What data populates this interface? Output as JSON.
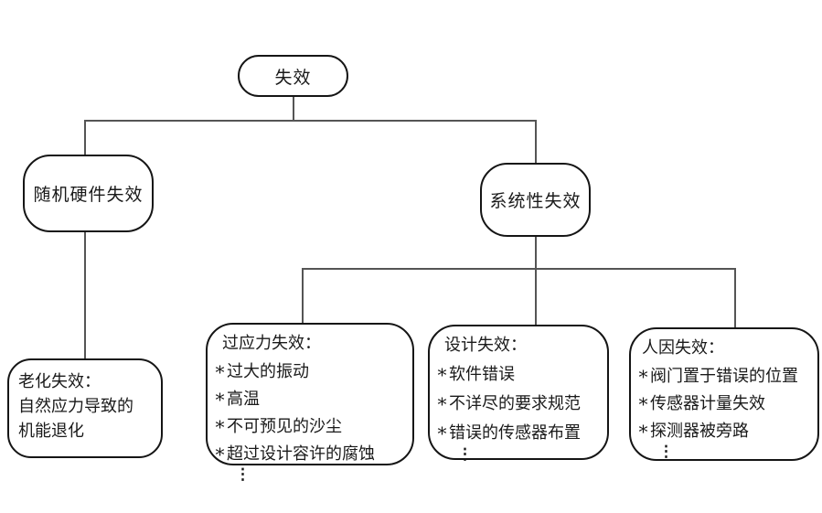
{
  "diagram": {
    "bullet": "*",
    "root": {
      "label": "失效"
    },
    "random_hardware": {
      "label": "随机硬件失效"
    },
    "systematic": {
      "label": "系统性失效"
    },
    "aging": {
      "title": "老化失效：",
      "line1": "自然应力导致的",
      "line2": "机能退化"
    },
    "overstress": {
      "title": "过应力失效：",
      "items": [
        "过大的振动",
        "高温",
        "不可预见的沙尘",
        "超过设计容许的腐蚀"
      ],
      "more": "⋮"
    },
    "design": {
      "title": "设计失效：",
      "items": [
        "软件错误",
        "不详尽的要求规范",
        "错误的传感器布置"
      ],
      "more": "⋮"
    },
    "human": {
      "title": "人因失效：",
      "items": [
        "阀门置于错误的位置",
        "传感器计量失效",
        "探测器被旁路"
      ],
      "more": "⋮"
    }
  },
  "style": {
    "background": "#ffffff",
    "node_border_color": "#151515",
    "connector_color": "#555555",
    "text_color": "#1a1a1a"
  }
}
